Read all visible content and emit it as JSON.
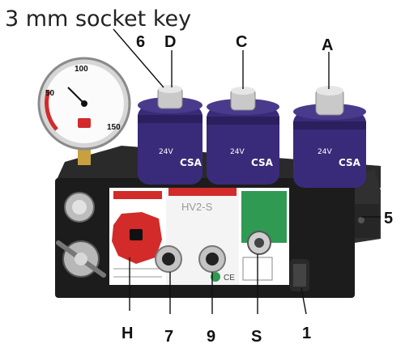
{
  "caption": "3 mm socket key",
  "labels": {
    "six": "6",
    "d": "D",
    "c": "C",
    "a": "A",
    "five": "5",
    "h": "H",
    "seven": "7",
    "nine": "9",
    "s": "S",
    "one": "1"
  },
  "device": {
    "model": "HV2-S",
    "coil_voltage": "24V",
    "coil_mark": "CSA",
    "gauge_scale": [
      "50",
      "100",
      "150"
    ],
    "ce_mark": "CE"
  },
  "colors": {
    "coil": "#3a2b7a",
    "manifold": "#1a1a1a",
    "panel_red": "#d32a2a",
    "panel_green": "#2f9a52",
    "brass": "#c8a040"
  }
}
